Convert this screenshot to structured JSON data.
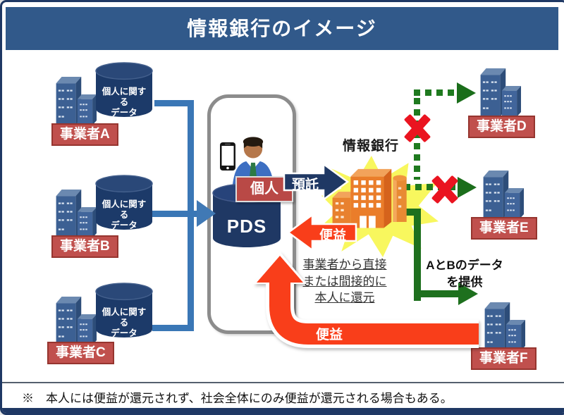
{
  "title_bar": {
    "title": "情報銀行のイメージ"
  },
  "providers_left": [
    {
      "label": "事業者A",
      "data_label": "個人に関する\nデータ"
    },
    {
      "label": "事業者B",
      "data_label": "個人に関するデータ"
    },
    {
      "label": "事業者C",
      "data_label": "個人に関するデータ"
    }
  ],
  "person": {
    "label": "個人",
    "pds_label": "PDS"
  },
  "bank": {
    "label": "情報銀行"
  },
  "recipients_right": [
    {
      "label": "事業者D"
    },
    {
      "label": "事業者E"
    },
    {
      "label": "事業者F"
    }
  ],
  "flows": {
    "deposit": "預託",
    "benefit_to_person": "便益",
    "benefit_from_f": "便益",
    "provide_data": "AとBのデータ\nを提供",
    "return_route_note": "事業者から直接\nまたは間接的に\n本人に還元"
  },
  "footnote": "※　本人には便益が還元されず、社会全体にのみ便益が還元される場合もある。",
  "colors": {
    "frame_navy": "#1f3864",
    "title_bar_blue": "#31598a",
    "entity_label_red": "#c0504d",
    "connector_blue": "#3a77b6",
    "flow_green": "#1e701e",
    "x_red": "#ea1420",
    "benefit_orange": "#f93e1a",
    "bank_orange": "#ea7d2a",
    "starburst_yellow": "#f8f75e",
    "pds_navy": "#1f3864"
  }
}
